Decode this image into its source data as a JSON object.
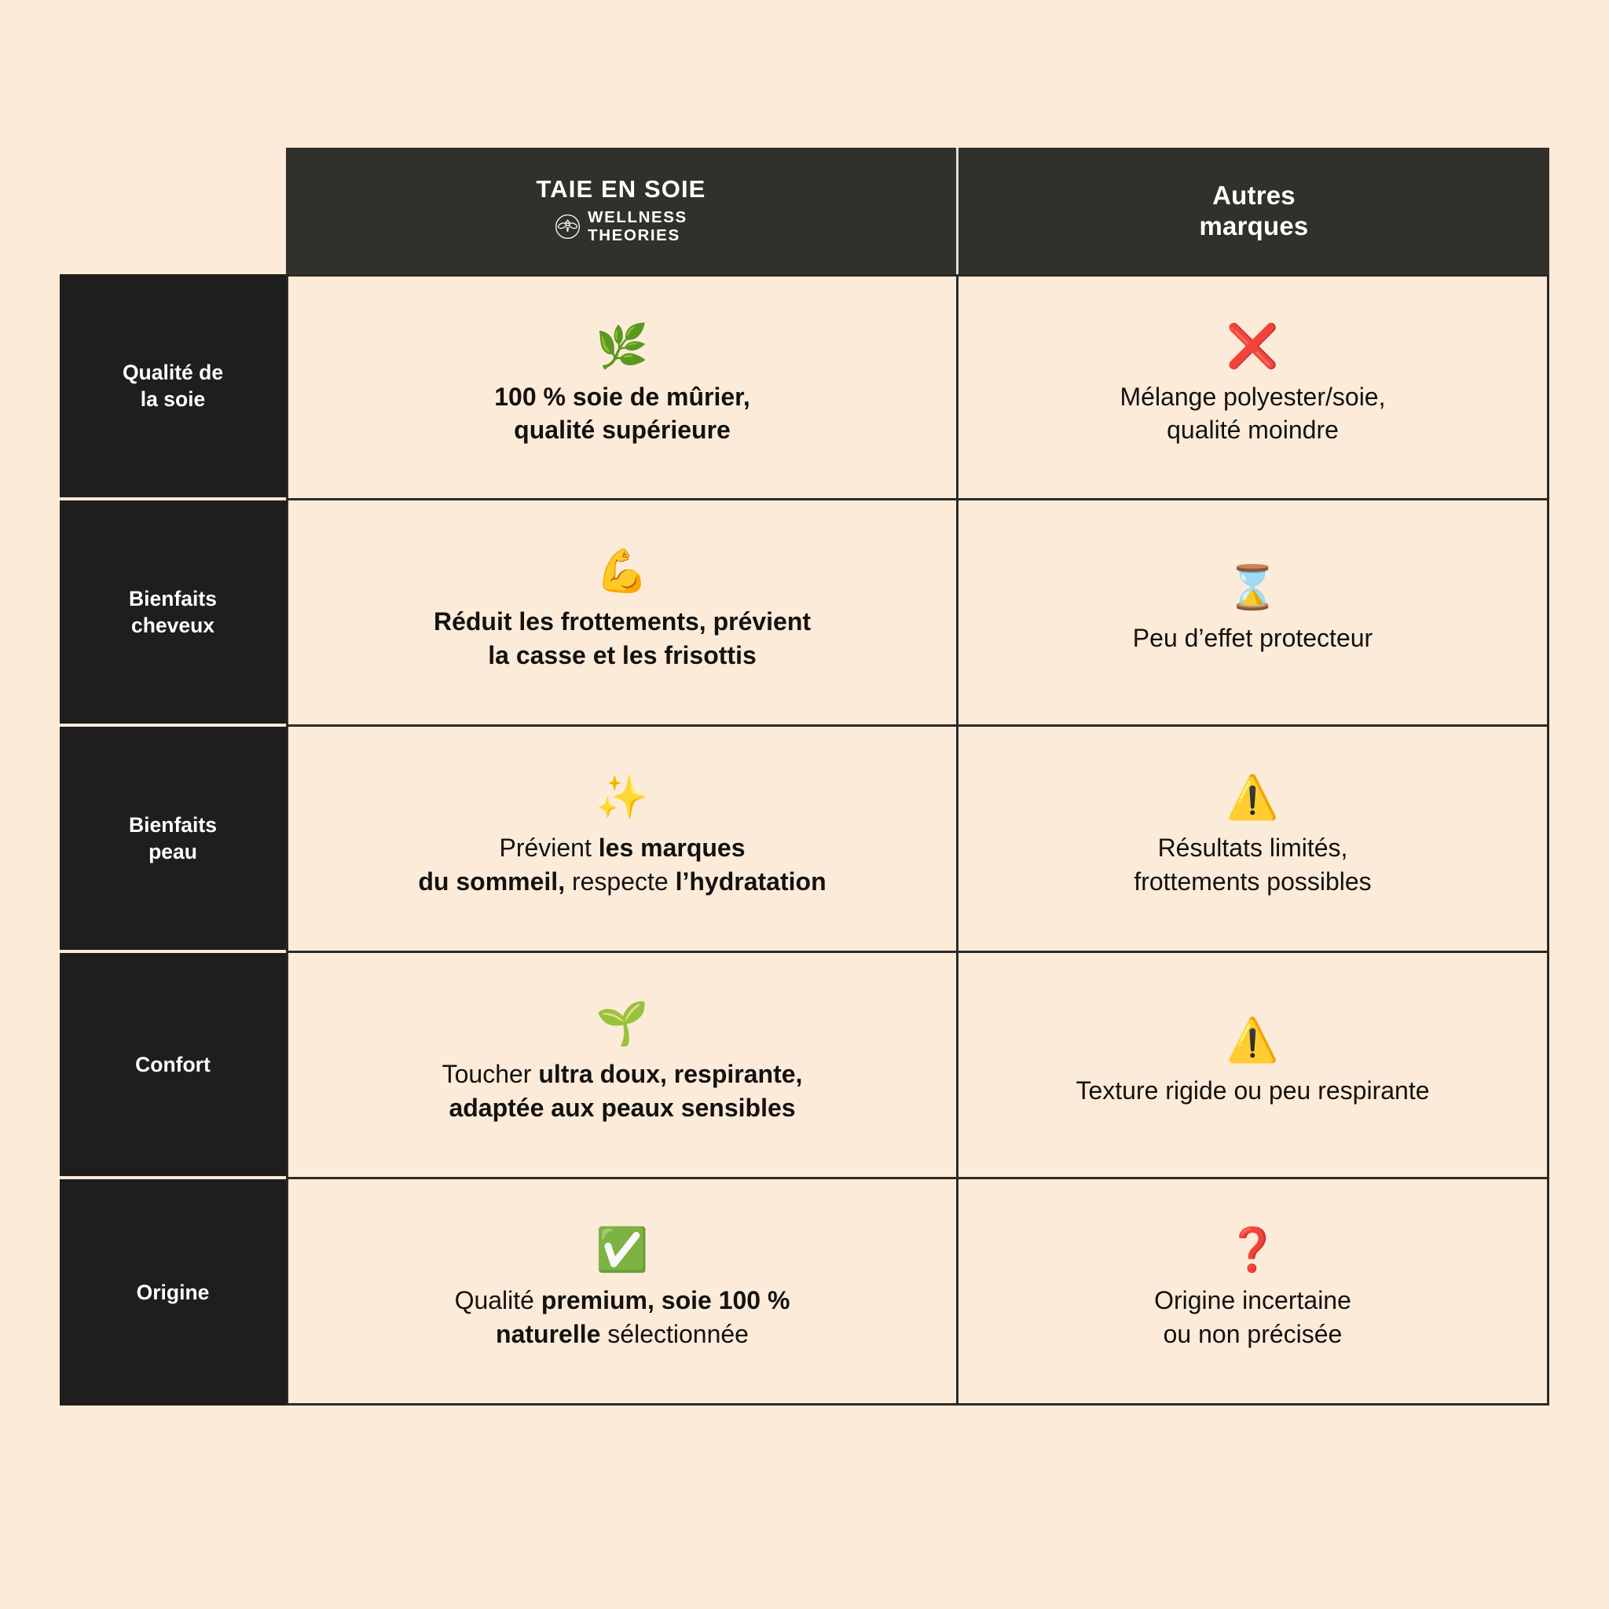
{
  "background_color": "#FCEBD9",
  "header": {
    "spacer_label": "",
    "brand": {
      "title": "TAIE EN SOIE",
      "logo_icon": "bee-in-circle-icon",
      "subtitle_line1": "WELLNESS",
      "subtitle_line2": "THEORIES"
    },
    "other": {
      "line1": "Autres",
      "line2": "marques"
    }
  },
  "colors": {
    "header_bg": "#32302B",
    "label_bg": "#1E1E1E",
    "cell_bg": "#FCEBD9",
    "border": "#2A2A28",
    "text_dark": "#14120F",
    "text_light": "#FFFFFF",
    "accent_red": "#E81C1C",
    "accent_green": "#00A63D",
    "accent_yellow": "#F5C518"
  },
  "rows": [
    {
      "label": "Qualité de\nla soie",
      "label_line1": "Qualité de",
      "label_line2": "la soie",
      "brand": {
        "emoji": "🌿",
        "emoji_name": "herb-leaf-icon",
        "line1": "100 % soie de mûrier,",
        "line2": "qualité supérieure",
        "weight": "bold"
      },
      "other": {
        "emoji": "❌",
        "emoji_name": "red-cross-mark-icon",
        "line1": "Mélange polyester/soie,",
        "line2": "qualité moindre",
        "weight": "regular"
      }
    },
    {
      "label": "Bienfaits\ncheveux",
      "label_line1": "Bienfaits",
      "label_line2": "cheveux",
      "brand": {
        "emoji": "💪",
        "emoji_name": "flexed-biceps-icon",
        "line1": "Réduit les frottements, prévient",
        "line2": "la casse et les frisottis",
        "weight": "bold"
      },
      "other": {
        "emoji": "⌛",
        "emoji_name": "hourglass-icon",
        "line1": "Peu d’effet protecteur",
        "line2": "",
        "weight": "regular"
      }
    },
    {
      "label": "Bienfaits\npeau",
      "label_line1": "Bienfaits",
      "label_line2": "peau",
      "brand": {
        "emoji": "✨",
        "emoji_name": "sparkles-icon",
        "line1_plain_a": "Prévient ",
        "line1_bold": "les marques",
        "line2_bold_a": "du sommeil,",
        "line2_plain": " respecte ",
        "line2_bold_b": "l’hydratation",
        "weight": "mixed"
      },
      "other": {
        "emoji": "⚠️",
        "emoji_name": "warning-triangle-icon",
        "line1": "Résultats limités,",
        "line2": "frottements possibles",
        "weight": "regular"
      }
    },
    {
      "label": "Confort",
      "label_line1": "Confort",
      "label_line2": "",
      "brand": {
        "emoji": "🌱",
        "emoji_name": "seedling-icon",
        "line1_plain_a": "Toucher ",
        "line1_bold": "ultra doux, respirante,",
        "line2_bold_a": "adaptée aux peaux sensibles",
        "line2_plain": "",
        "line2_bold_b": "",
        "weight": "mixed"
      },
      "other": {
        "emoji": "⚠️",
        "emoji_name": "warning-triangle-icon",
        "line1": "Texture rigide ou peu respirante",
        "line2": "",
        "weight": "regular"
      }
    },
    {
      "label": "Origine",
      "label_line1": "Origine",
      "label_line2": "",
      "brand": {
        "emoji": "✅",
        "emoji_name": "green-check-mark-icon",
        "line1_plain_a": "Qualité ",
        "line1_bold": "premium, soie 100 %",
        "line2_bold_a": "naturelle",
        "line2_plain": " sélectionnée",
        "line2_bold_b": "",
        "weight": "mixed"
      },
      "other": {
        "emoji": "❓",
        "emoji_name": "red-question-mark-icon",
        "line1": "Origine incertaine",
        "line2": "ou non précisée",
        "weight": "regular"
      }
    }
  ]
}
